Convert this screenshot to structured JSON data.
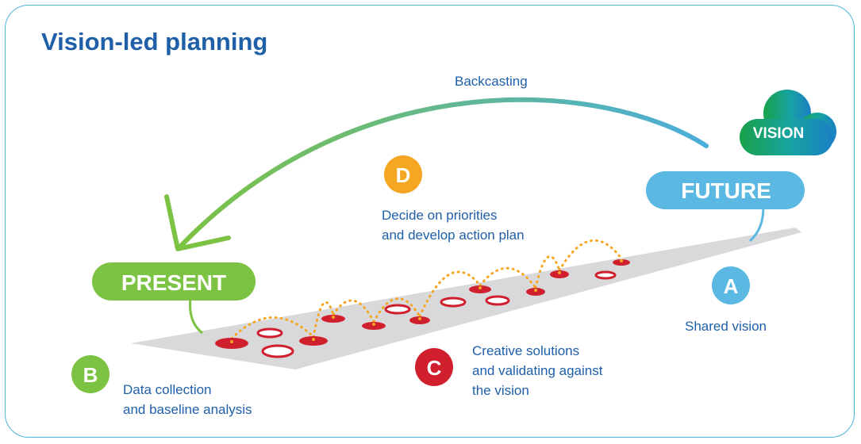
{
  "title": "Vision-led planning",
  "arrow_label": "Backcasting",
  "vision_label": "VISION",
  "future_label": "FUTURE",
  "present_label": "PRESENT",
  "steps": {
    "a": {
      "letter": "A",
      "lines": [
        "Shared vision"
      ]
    },
    "b": {
      "letter": "B",
      "lines": [
        "Data collection",
        "and baseline analysis"
      ]
    },
    "c": {
      "letter": "C",
      "lines": [
        "Creative solutions",
        "and validating against",
        "the vision"
      ]
    },
    "d": {
      "letter": "D",
      "lines": [
        "Decide on priorities",
        "and develop action plan"
      ]
    }
  },
  "colors": {
    "title": "#1f5fa8",
    "text": "#1f5fa8",
    "frame": "#4fb6e0",
    "green": "#7cc243",
    "sky": "#5ab8e2",
    "orange": "#f5a623",
    "red": "#d0202e",
    "path": "#d9d9db",
    "dots": "#f5a623"
  }
}
